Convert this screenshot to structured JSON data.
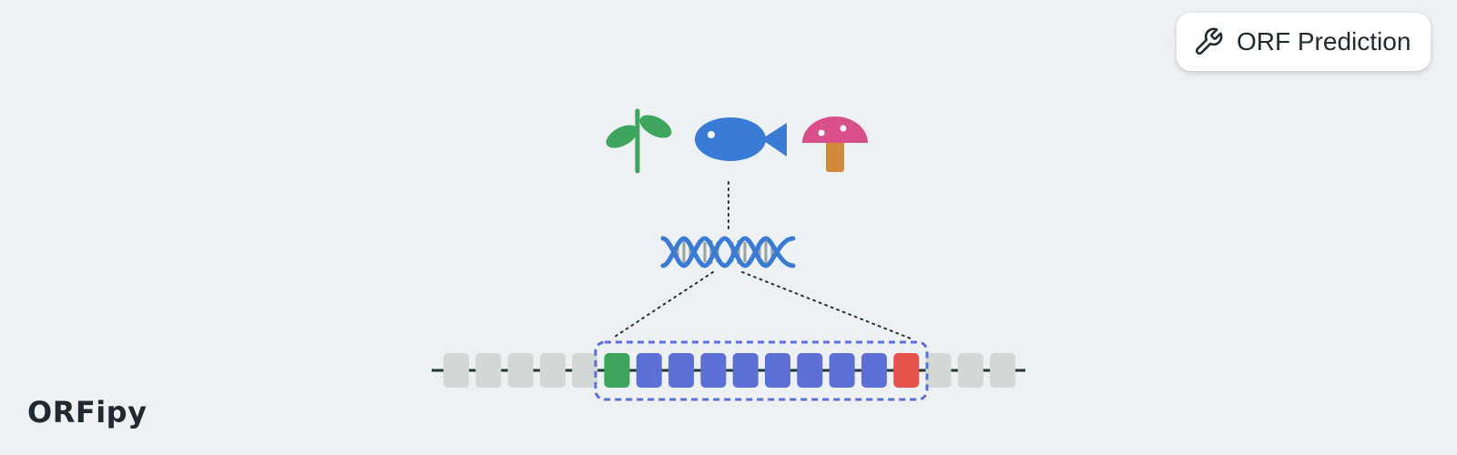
{
  "badge": {
    "label": "ORF Prediction",
    "icon": "wrench-icon"
  },
  "brand": {
    "name": "ORFipy"
  },
  "organisms": [
    "plant-icon",
    "fish-icon",
    "mushroom-icon"
  ],
  "sequence": {
    "blocks": [
      "plain",
      "plain",
      "plain",
      "plain",
      "plain",
      "start",
      "orf",
      "orf",
      "orf",
      "orf",
      "orf",
      "orf",
      "orf",
      "orf",
      "stop",
      "plain",
      "plain",
      "plain"
    ],
    "colors": {
      "plain": "#d2d8d6",
      "start": "#3fa55c",
      "orf": "#5c6fd4",
      "stop": "#e5524a",
      "backbone": "#1f3a32",
      "highlight_border": "#5c6fd4"
    }
  },
  "colors": {
    "plant": "#3fa55c",
    "fish": "#3a7bd5",
    "mushroom_cap": "#d94f8a",
    "mushroom_stem": "#cf8a3a",
    "dna": "#3a7bd5"
  }
}
